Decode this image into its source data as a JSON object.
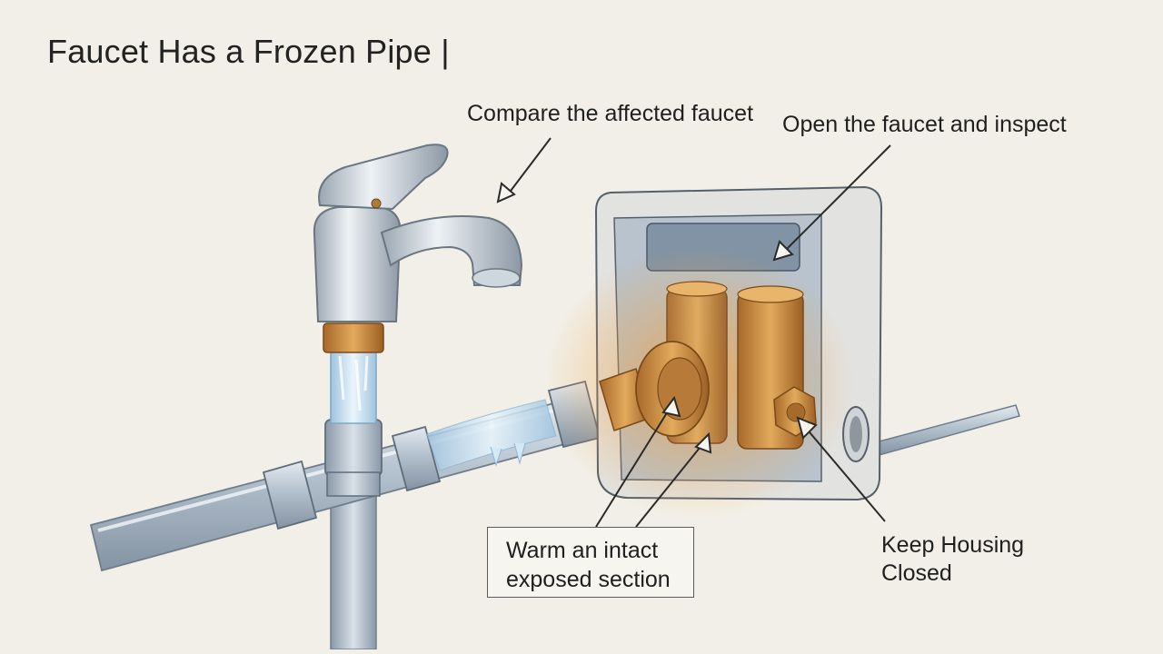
{
  "title": "Faucet Has a Frozen Pipe |",
  "labels": {
    "compare": "Compare the affected faucet",
    "open_inspect": "Open the faucet and inspect",
    "warm_line1": "Warm an intact",
    "warm_line2": "exposed section",
    "keep_line1": "Keep Housing",
    "keep_line2": "Closed"
  },
  "colors": {
    "background": "#f1efe7",
    "pipe": "#a9b8c8",
    "brass": "#c98a3e",
    "housing": "#dcdcdc",
    "ice": "#bcd8ec"
  }
}
